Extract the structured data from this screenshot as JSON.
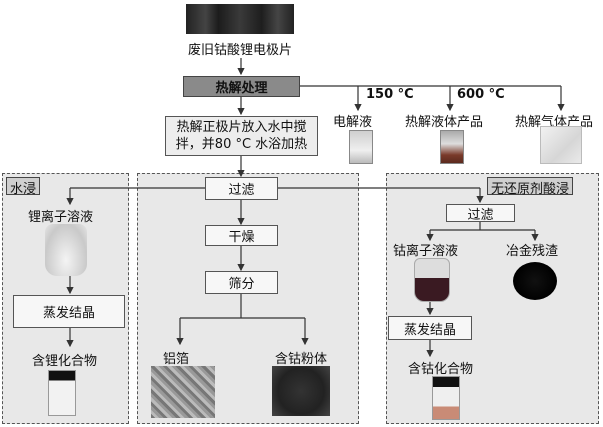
{
  "top_label": "废旧钴酸锂电极片",
  "pyrolysis": "热解处理",
  "temp_150": "150 °C",
  "temp_600": "600 °C",
  "electrolyte": "电解液",
  "liquid_product": "热解液体产品",
  "gas_product": "热解气体产品",
  "soak_line1": "热解正极片放入水中搅",
  "soak_line2": "拌，并80 °C 水浴加热",
  "left_panel": {
    "tag": "水浸",
    "lithium_solution": "锂离子溶液",
    "evaporation": "蒸发结晶",
    "lithium_compound": "含锂化合物"
  },
  "middle_panel": {
    "filter": "过滤",
    "dry": "干燥",
    "sieve": "筛分",
    "al_foil": "铝箔",
    "cobalt_powder": "含钴粉体"
  },
  "right_panel": {
    "tag": "无还原剂酸浸",
    "filter": "过滤",
    "cobalt_solution": "钴离子溶液",
    "residue": "冶金残渣",
    "evaporation": "蒸发结晶",
    "cobalt_compound": "含钴化合物"
  }
}
